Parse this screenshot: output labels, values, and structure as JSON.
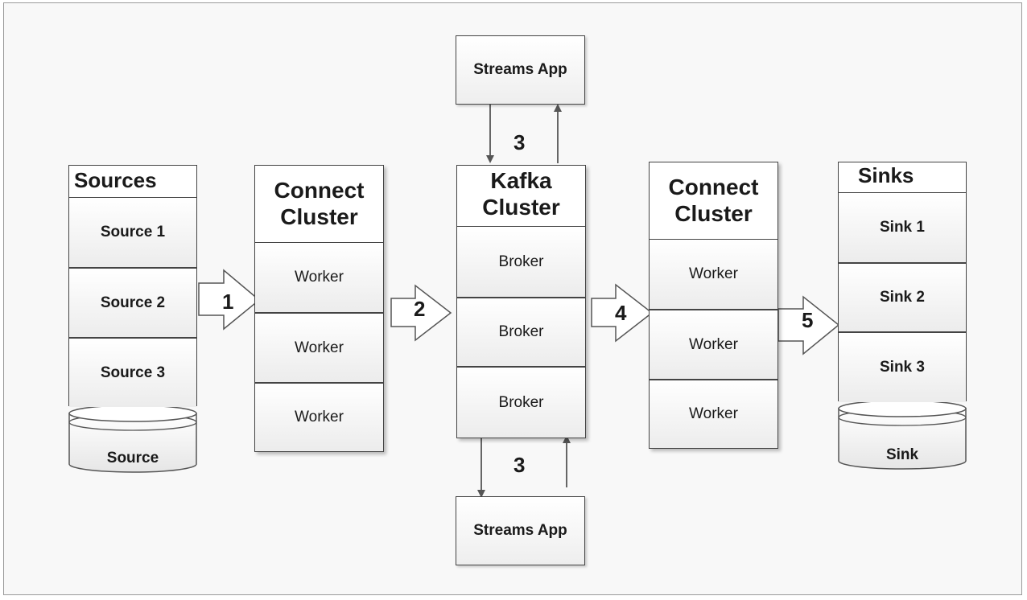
{
  "sources": {
    "title": "Sources",
    "items": [
      "Source 1",
      "Source 2",
      "Source 3"
    ],
    "db_label": "Source"
  },
  "connect_left": {
    "title_line1": "Connect",
    "title_line2": "Cluster",
    "workers": [
      "Worker",
      "Worker",
      "Worker"
    ]
  },
  "kafka": {
    "title_line1": "Kafka",
    "title_line2": "Cluster",
    "brokers": [
      "Broker",
      "Broker",
      "Broker"
    ]
  },
  "connect_right": {
    "title_line1": "Connect",
    "title_line2": "Cluster",
    "workers": [
      "Worker",
      "Worker",
      "Worker"
    ]
  },
  "sinks": {
    "title": "Sinks",
    "items": [
      "Sink 1",
      "Sink 2",
      "Sink 3"
    ],
    "db_label": "Sink"
  },
  "streams_top": {
    "label": "Streams App"
  },
  "streams_bottom": {
    "label": "Streams App"
  },
  "steps": {
    "s1": "1",
    "s2": "2",
    "s3_top": "3",
    "s3_bottom": "3",
    "s4": "4",
    "s5": "5"
  },
  "colors": {
    "stroke": "#444444",
    "background": "#f8f8f8",
    "fill": "#ffffff"
  }
}
